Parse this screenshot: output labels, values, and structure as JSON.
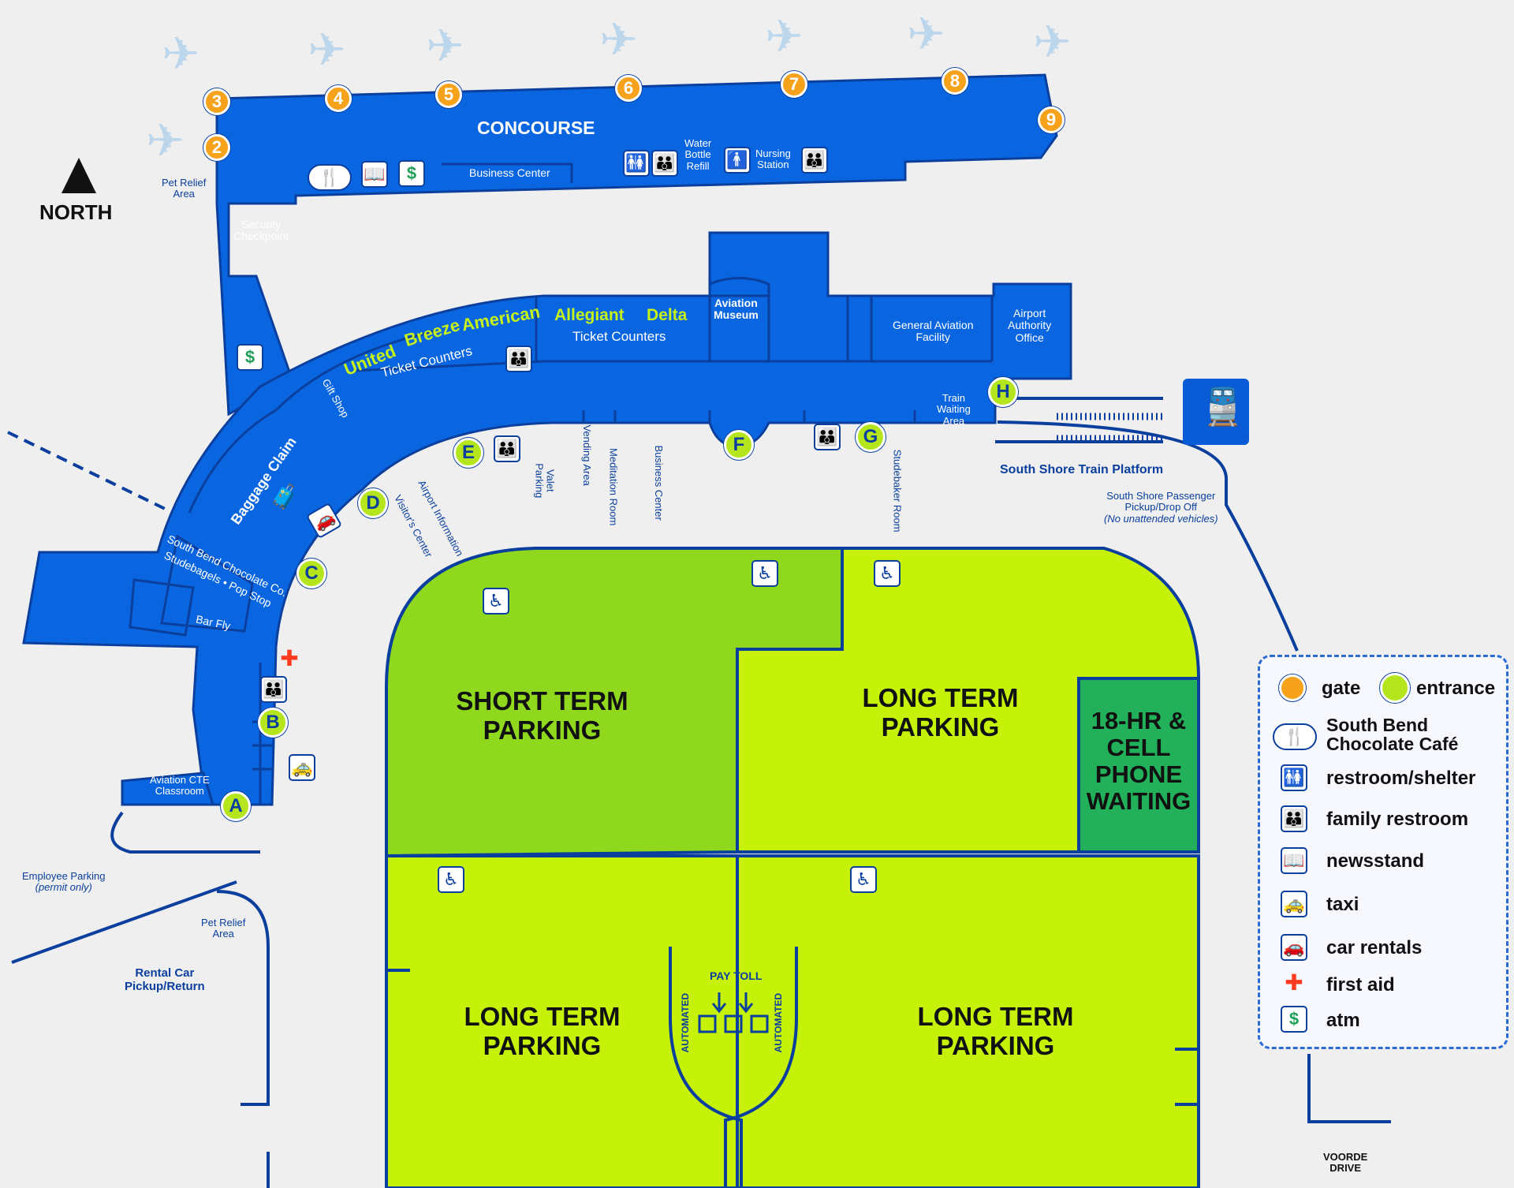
{
  "north_label": "NORTH",
  "colors": {
    "terminal": "#0a66e0",
    "short_term": "#8fd81e",
    "long_term": "#c6f20a",
    "cell_lot": "#22b05a",
    "gate": "#f7a21b",
    "entrance": "#b5e61d",
    "outline": "#0a3f9e"
  },
  "terminal": {
    "concourse": "CONCOURSE",
    "business_center_concourse": "Business Center",
    "water_bottle_refill": [
      "Water",
      "Bottle",
      "Refill"
    ],
    "nursing_station": [
      "Nursing",
      "Station"
    ],
    "pet_relief_north": [
      "Pet Relief",
      "Area"
    ],
    "security_checkpoint": [
      "Security",
      "Checkpoint"
    ],
    "airlines_left": [
      "United",
      "Breeze",
      "American"
    ],
    "airlines_right": [
      "Allegiant",
      "Delta"
    ],
    "ticket_counters": "Ticket Counters",
    "aviation_museum": [
      "Aviation",
      "Museum"
    ],
    "general_aviation": [
      "General Aviation",
      "Facility"
    ],
    "airport_authority": [
      "Airport",
      "Authority",
      "Office"
    ],
    "train_waiting": [
      "Train",
      "Waiting",
      "Area"
    ],
    "gift_shop": "Gift Shop",
    "baggage_claim": "Baggage Claim",
    "chocolate_co": "South Bend Chocolate Co.",
    "studebagels": "Studebagels • Pop Stop",
    "bar_fly": "Bar Fly",
    "aviation_cte": [
      "Aviation CTE",
      "Classroom"
    ],
    "visitors_center": "Visitor's Center",
    "airport_information": "Airport Information",
    "valet_parking": [
      "Valet",
      "Parking"
    ],
    "vending_area": "Vending Area",
    "meditation_room": "Meditation Room",
    "business_center_main": "Business Center",
    "studebaker_room": "Studebaker Room"
  },
  "gates": [
    "2",
    "3",
    "4",
    "5",
    "6",
    "7",
    "8",
    "9"
  ],
  "entrances": [
    "A",
    "B",
    "C",
    "D",
    "E",
    "F",
    "G",
    "H"
  ],
  "train": {
    "platform": "South Shore Train Platform",
    "pickup": [
      "South Shore Passenger",
      "Pickup/Drop Off"
    ],
    "note": "(No unattended vehicles)"
  },
  "parking": {
    "short_term": [
      "SHORT TERM",
      "PARKING"
    ],
    "long_term": [
      "LONG TERM",
      "PARKING"
    ],
    "cell_phone": [
      "18-HR &",
      "CELL",
      "PHONE",
      "WAITING"
    ],
    "pay_toll": "PAY TOLL",
    "automated": "AUTOMATED"
  },
  "outside": {
    "employee_parking": "Employee Parking",
    "permit_only": "(permit only)",
    "pet_relief_south": [
      "Pet Relief",
      "Area"
    ],
    "rental_car": [
      "Rental Car",
      "Pickup/Return"
    ],
    "voorde_drive": [
      "VOORDE",
      "DRIVE"
    ]
  },
  "legend": {
    "gate": "gate",
    "entrance": "entrance",
    "cafe": [
      "South Bend",
      "Chocolate Café"
    ],
    "restroom": "restroom/shelter",
    "family_restroom": "family restroom",
    "newsstand": "newsstand",
    "taxi": "taxi",
    "car_rentals": "car rentals",
    "first_aid": "first aid",
    "atm": "atm"
  },
  "icons": [
    "plane-icon",
    "restroom-icon",
    "family-restroom-icon",
    "newsstand-icon",
    "cafe-icon",
    "atm-icon",
    "taxi-icon",
    "car-rental-icon",
    "first-aid-icon",
    "accessible-parking-icon",
    "train-icon",
    "luggage-icon",
    "north-arrow-icon"
  ]
}
